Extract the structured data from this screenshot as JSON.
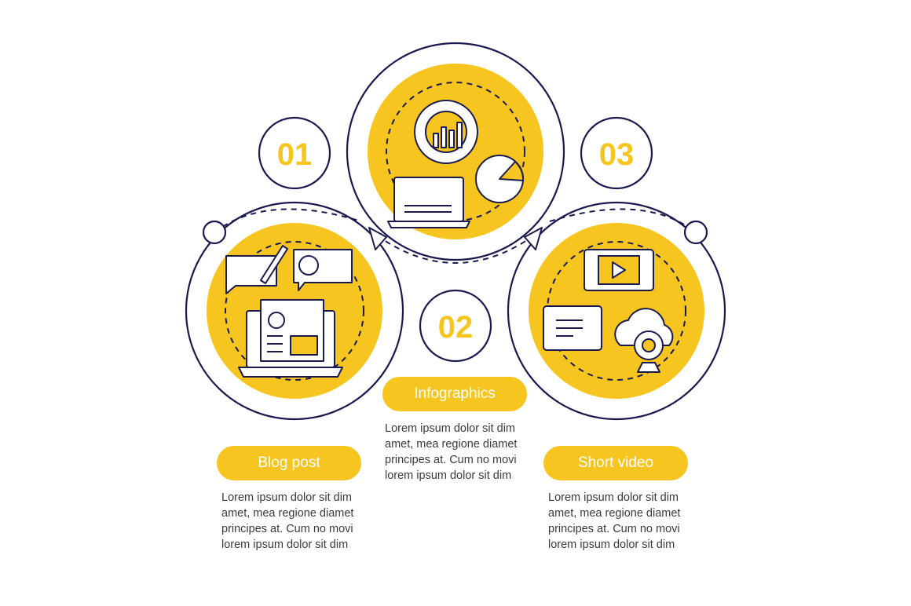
{
  "colors": {
    "accent": "#f7c520",
    "outline": "#1b1a4f",
    "text": "#3a3a3a",
    "badge_text": "#f7c520"
  },
  "steps": [
    {
      "number": "01",
      "title": "Blog post",
      "icons": [
        "chat-bubble-pencil-icon",
        "user-chat-bubble-icon",
        "laptop-blog-page-icon"
      ],
      "description": "Lorem ipsum dolor sit dim\namet, mea regione diamet\nprincipes at. Cum no movi\nlorem ipsum dolor sit dim"
    },
    {
      "number": "02",
      "title": "Infographics",
      "icons": [
        "donut-chart-icon",
        "bar-chart-icon",
        "laptop-chart-icon",
        "pie-chart-icon"
      ],
      "description": "Lorem ipsum dolor sit dim\namet, mea regione diamet\nprincipes at. Cum no movi\nlorem ipsum dolor sit dim"
    },
    {
      "number": "03",
      "title": "Short video",
      "icons": [
        "tablet-video-player-icon",
        "tablet-text-icon",
        "cloud-webcam-icon"
      ],
      "description": "Lorem ipsum dolor sit dim\namet, mea regione diamet\nprincipes at. Cum no movi\nlorem ipsum dolor sit dim"
    }
  ]
}
